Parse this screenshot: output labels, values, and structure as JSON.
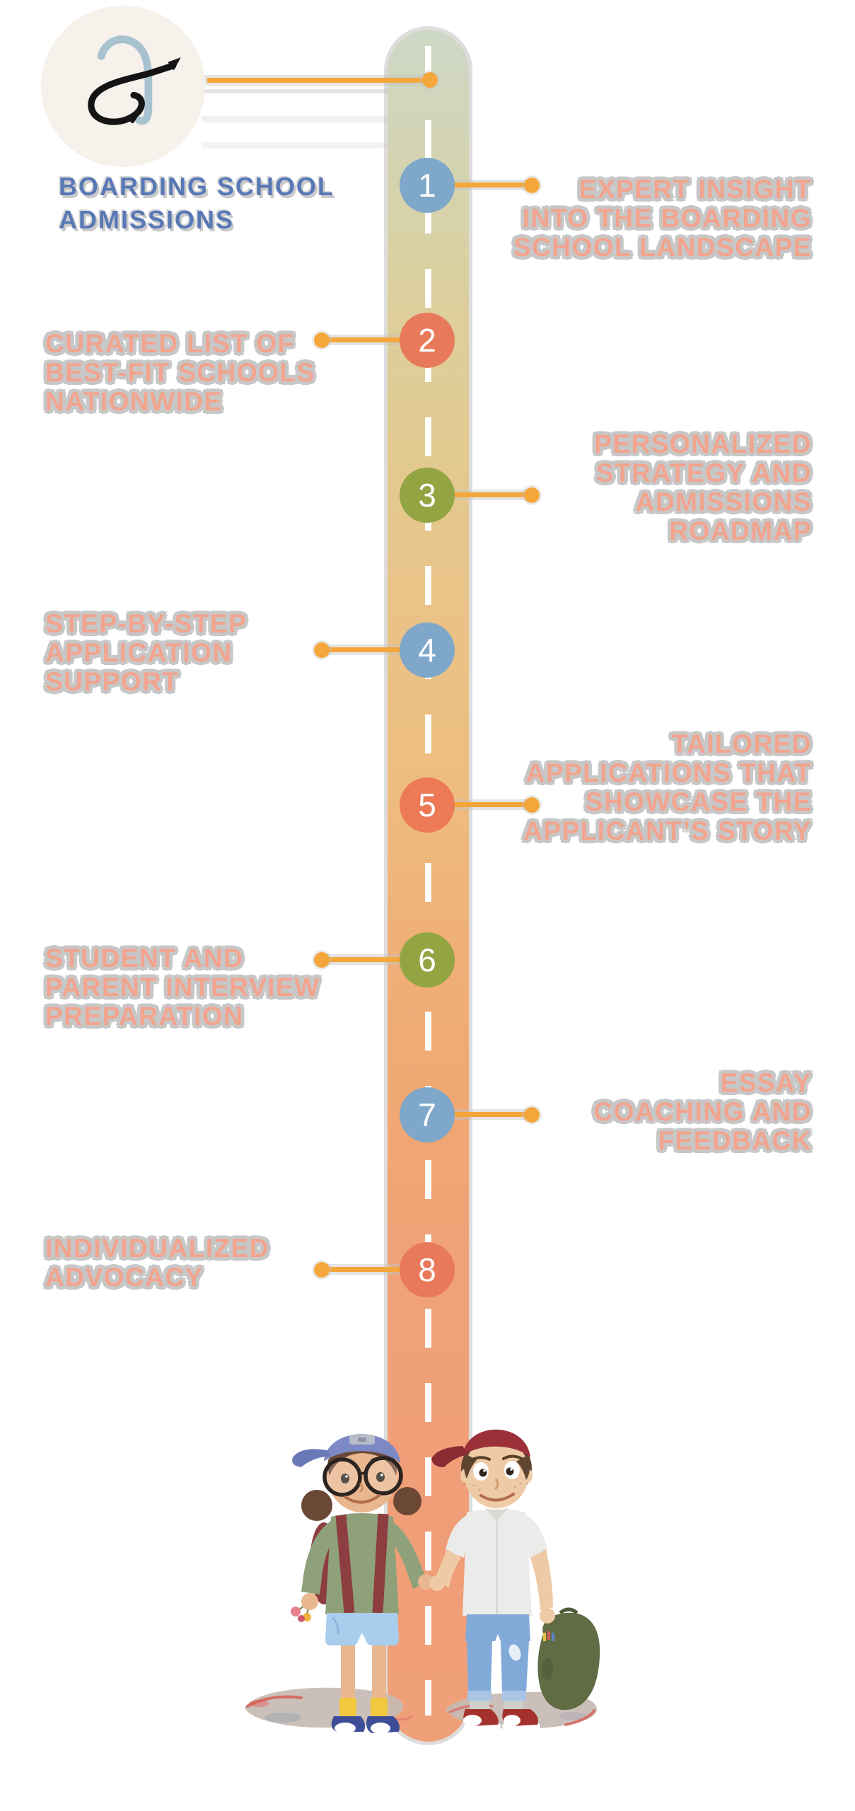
{
  "logo": {
    "title": "BOARDING SCHOOL\nADMISSIONS",
    "title_color": "#5878b6",
    "letter": "a",
    "badge_background": "#f7f1eb"
  },
  "connector": {
    "color": "#f5a63b"
  },
  "road": {
    "dash_color": "#ffffff",
    "gradient_top": "#ced8c7",
    "gradient_middle": "#eebd7e",
    "gradient_bottom": "#f0a078",
    "edge_color": "#c1c1c1"
  },
  "text_style": {
    "item_color": "#f2a48e",
    "halo_color": "#c7c7c7"
  },
  "steps": [
    {
      "number": "1",
      "side": "right",
      "circle_color": "#7ea7ca",
      "text": "EXPERT INSIGHT\nINTO THE BOARDING\nSCHOOL LANDSCAPE"
    },
    {
      "number": "2",
      "side": "left",
      "circle_color": "#e87a5b",
      "text": "CURATED LIST OF\nBEST-FIT SCHOOLS\nNATIONWIDE"
    },
    {
      "number": "3",
      "side": "right",
      "circle_color": "#93a542",
      "text": "PERSONALIZED\nSTRATEGY AND\nADMISSIONS\nROADMAP"
    },
    {
      "number": "4",
      "side": "left",
      "circle_color": "#7ea7ca",
      "text": "STEP-BY-STEP\nAPPLICATION\nSUPPORT"
    },
    {
      "number": "5",
      "side": "right",
      "circle_color": "#ed7a57",
      "text": "TAILORED\nAPPLICATIONS THAT\nSHOWCASE THE\nAPPLICANT’S STORY"
    },
    {
      "number": "6",
      "side": "left",
      "circle_color": "#93a542",
      "text": "STUDENT AND\nPARENT INTERVIEW\nPREPARATION"
    },
    {
      "number": "7",
      "side": "right",
      "circle_color": "#7ea7ca",
      "text": "ESSAY\nCOACHING AND\nFEEDBACK"
    },
    {
      "number": "8",
      "side": "left",
      "circle_color": "#e87a5b",
      "text": "INDIVIDUALIZED\nADVOCACY"
    }
  ],
  "illustration": {
    "alt": "Two cartoon children holding hands while standing on the road — a girl with a blue backwards cap, round glasses, green top, red backpack and blue shorts, and a boy with a dark red cap, white shirt, blue jeans and an olive-green backpack"
  }
}
